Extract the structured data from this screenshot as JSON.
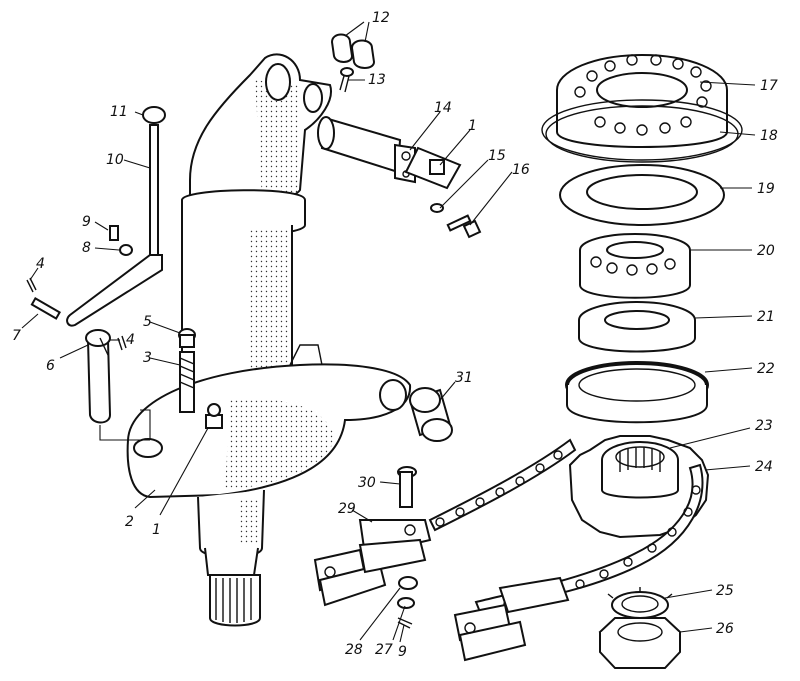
{
  "diagram": {
    "callouts": [
      {
        "id": "c1a",
        "text": "1"
      },
      {
        "id": "c1b",
        "text": "1"
      },
      {
        "id": "c2",
        "text": "2"
      },
      {
        "id": "c3",
        "text": "3"
      },
      {
        "id": "c4a",
        "text": "4"
      },
      {
        "id": "c4b",
        "text": "4"
      },
      {
        "id": "c5",
        "text": "5"
      },
      {
        "id": "c6",
        "text": "6"
      },
      {
        "id": "c7",
        "text": "7"
      },
      {
        "id": "c8",
        "text": "8"
      },
      {
        "id": "c9a",
        "text": "9"
      },
      {
        "id": "c9b",
        "text": "9"
      },
      {
        "id": "c10",
        "text": "10"
      },
      {
        "id": "c11",
        "text": "11"
      },
      {
        "id": "c12",
        "text": "12"
      },
      {
        "id": "c13",
        "text": "13"
      },
      {
        "id": "c14",
        "text": "14"
      },
      {
        "id": "c15",
        "text": "15"
      },
      {
        "id": "c16",
        "text": "16"
      },
      {
        "id": "c17",
        "text": "17"
      },
      {
        "id": "c18",
        "text": "18"
      },
      {
        "id": "c19",
        "text": "19"
      },
      {
        "id": "c20",
        "text": "20"
      },
      {
        "id": "c21",
        "text": "21"
      },
      {
        "id": "c22",
        "text": "22"
      },
      {
        "id": "c23",
        "text": "23"
      },
      {
        "id": "c24",
        "text": "24"
      },
      {
        "id": "c25",
        "text": "25"
      },
      {
        "id": "c26",
        "text": "26"
      },
      {
        "id": "c27",
        "text": "27"
      },
      {
        "id": "c28",
        "text": "28"
      },
      {
        "id": "c29",
        "text": "29"
      },
      {
        "id": "c30",
        "text": "30"
      },
      {
        "id": "c31",
        "text": "31"
      }
    ]
  }
}
